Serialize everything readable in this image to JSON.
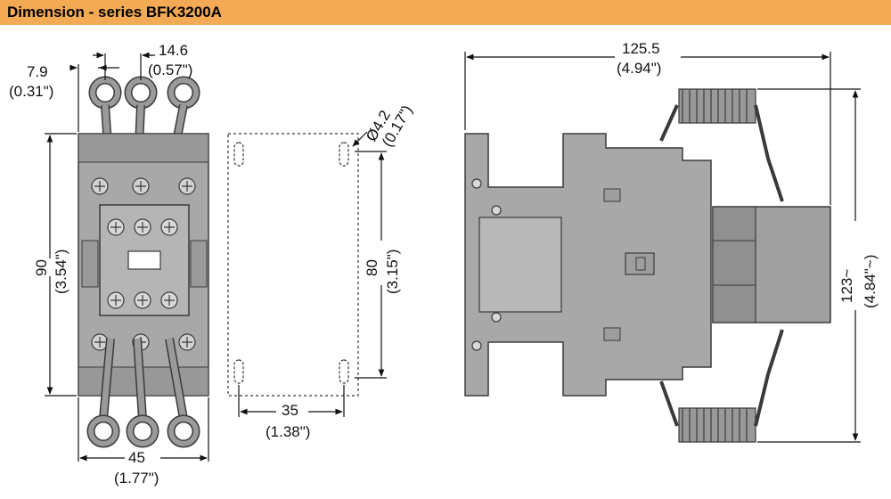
{
  "title": "Dimension - series BFK3200A",
  "colors": {
    "header": "#f3aa55",
    "body": "#a8a8a8",
    "body_dark": "#8a8a8a",
    "outline": "#3a3a3a",
    "screw": "#d2d2d2",
    "line": "#111111"
  },
  "front_view": {
    "pitch_mm": "14.6",
    "pitch_in": "(0.57\")",
    "offset_mm": "7.9",
    "offset_in": "(0.31\")",
    "height_mm": "90",
    "height_in": "(3.54\")",
    "width_mm": "45",
    "width_in": "(1.77\")"
  },
  "mounting_view": {
    "hole_mm": "Ø4.2",
    "hole_in": "(0.17\")",
    "vertical_mm": "80",
    "vertical_in": "(3.15\")",
    "horizontal_mm": "35",
    "horizontal_in": "(1.38\")"
  },
  "side_view": {
    "depth_mm": "125.5",
    "depth_in": "(4.94\")",
    "height_mm": "123~",
    "height_in": "(4.84\"~)"
  }
}
